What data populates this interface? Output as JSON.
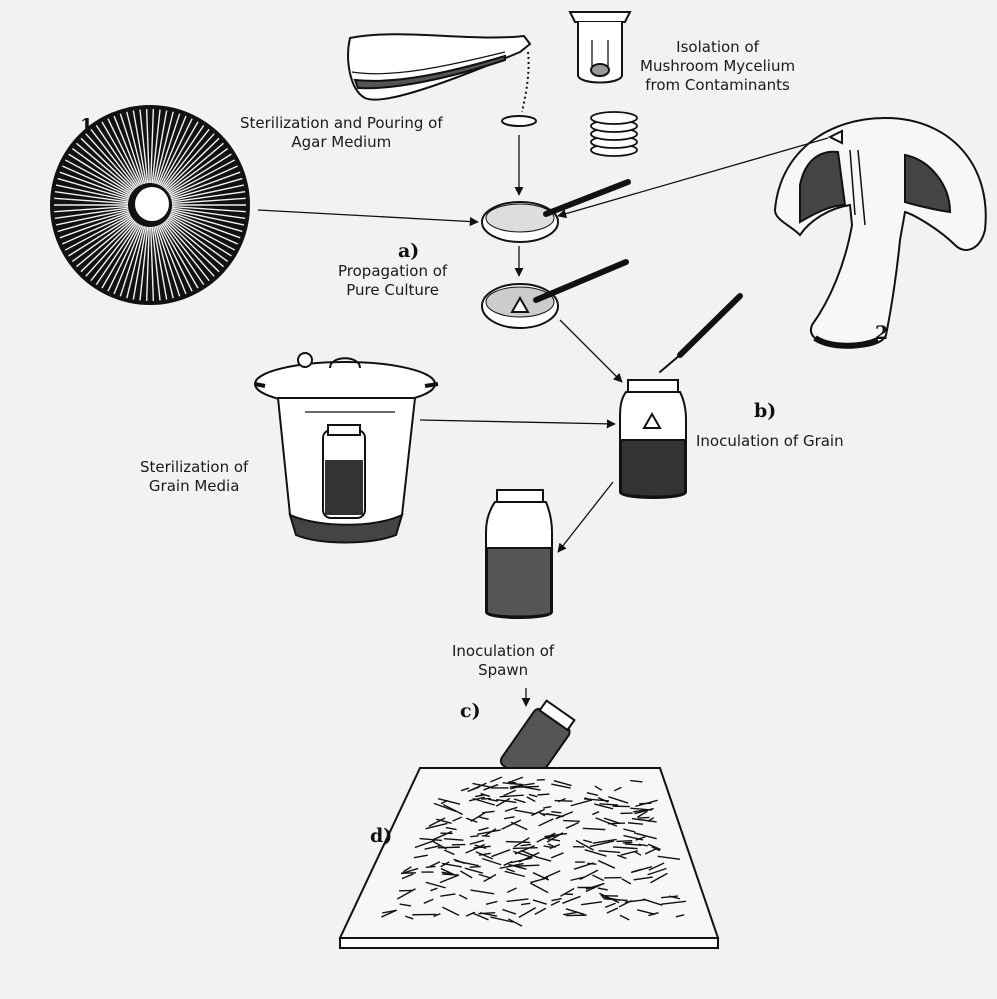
{
  "markers": {
    "one": "1",
    "two": "2",
    "a": "a)",
    "b": "b)",
    "c": "c)",
    "d": "d)"
  },
  "labels": {
    "isolation": [
      "Isolation of",
      "Mushroom Mycelium",
      "from Contaminants"
    ],
    "agar": [
      "Sterilization and Pouring of",
      "Agar Medium"
    ],
    "propagation": [
      "Propagation of",
      "Pure Culture"
    ],
    "grain_media": [
      "Sterilization of",
      "Grain Media"
    ],
    "grain": [
      "Inoculation of Grain"
    ],
    "spawn": [
      "Inoculation of",
      "Spawn"
    ]
  },
  "colors": {
    "ink": "#111111",
    "paper": "#f2f2f2",
    "white": "#ffffff"
  }
}
